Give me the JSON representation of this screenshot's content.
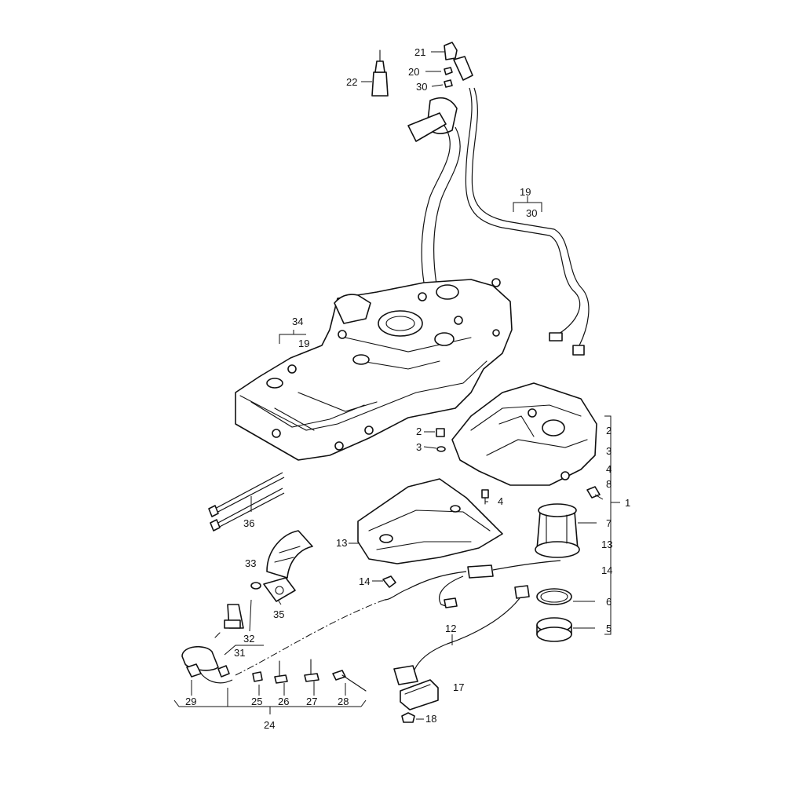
{
  "callouts": {
    "c1": "1",
    "c2a": "2",
    "c2b": "2",
    "c3a": "3",
    "c3b": "3",
    "c4a": "4",
    "c4b": "4",
    "c5": "5",
    "c6": "6",
    "c7": "7",
    "c8": "8",
    "c12": "12",
    "c13a": "13",
    "c13b": "13",
    "c14a": "14",
    "c14b": "14",
    "c17": "17",
    "c18": "18",
    "c19a": "19",
    "c19b": "19",
    "c20": "20",
    "c21": "21",
    "c22": "22",
    "c24": "24",
    "c25": "25",
    "c26": "26",
    "c27": "27",
    "c28": "28",
    "c29": "29",
    "c30a": "30",
    "c30b": "30",
    "c31": "31",
    "c32": "32",
    "c33": "33",
    "c34": "34",
    "c35": "35",
    "c36": "36"
  },
  "colors": {
    "line": "#111111",
    "background": "#ffffff"
  }
}
